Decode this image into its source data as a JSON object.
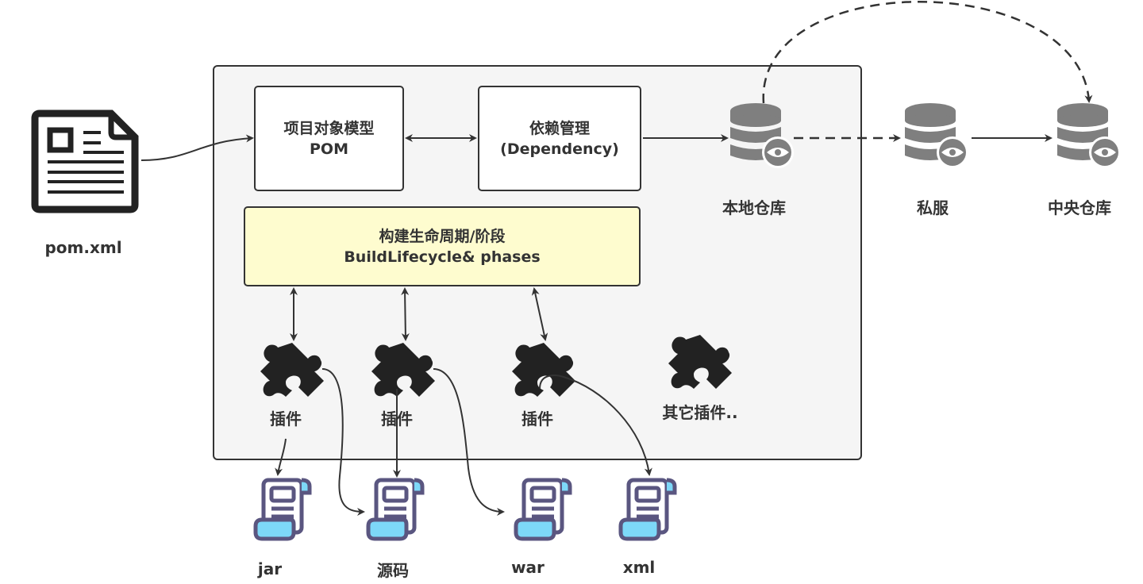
{
  "diagram": {
    "title": "Maven architecture overview",
    "source_file": {
      "label": "pom.xml",
      "icon": "document-icon"
    },
    "container": {
      "pom_box": {
        "line1": "项目对象模型",
        "line2": "POM"
      },
      "dependency_box": {
        "line1": "依赖管理",
        "line2": "(Dependency)"
      },
      "lifecycle_box": {
        "line1": "构建生命周期/阶段",
        "line2": "BuildLifecycle& phases"
      },
      "plugins": [
        {
          "label": "插件",
          "icon": "puzzle-piece-icon"
        },
        {
          "label": "插件",
          "icon": "puzzle-piece-icon"
        },
        {
          "label": "插件",
          "icon": "puzzle-piece-icon"
        },
        {
          "label": "其它插件..",
          "icon": "puzzle-piece-icon"
        }
      ]
    },
    "repositories": [
      {
        "label": "本地仓库",
        "icon": "database-eye-icon"
      },
      {
        "label": "私服",
        "icon": "database-eye-icon"
      },
      {
        "label": "中央仓库",
        "icon": "database-eye-icon"
      }
    ],
    "outputs": [
      {
        "label": "jar",
        "icon": "scroll-icon"
      },
      {
        "label": "源码",
        "icon": "scroll-icon"
      },
      {
        "label": "war",
        "icon": "scroll-icon"
      },
      {
        "label": "xml",
        "icon": "scroll-icon"
      }
    ],
    "colors": {
      "stroke": "#333333",
      "container_bg": "#f5f5f5",
      "lifecycle_bg": "#fefccf",
      "database_gray": "#7f7f7f",
      "scroll_outline": "#5a5680",
      "scroll_accent": "#7dd8f8"
    }
  }
}
